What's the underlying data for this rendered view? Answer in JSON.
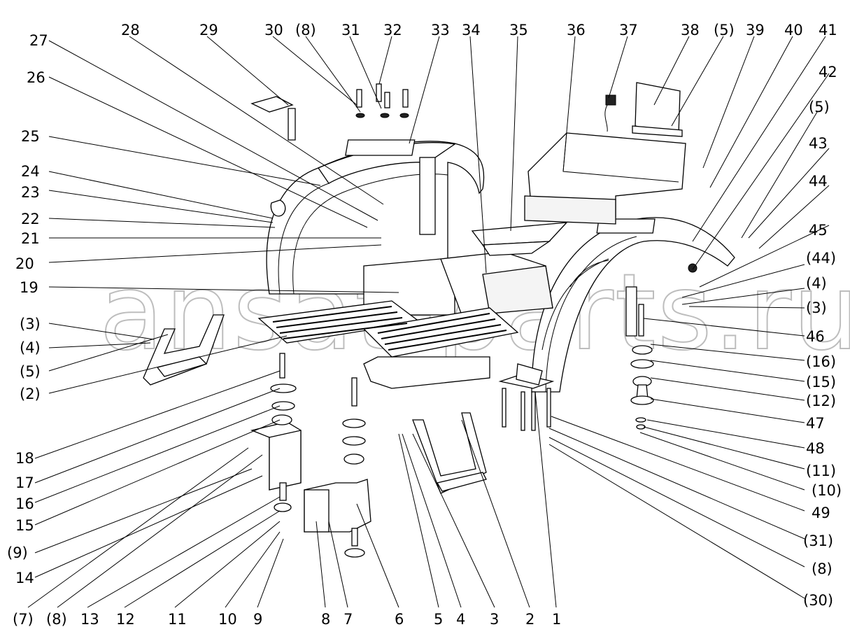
{
  "diagram": {
    "watermark": "ansat-parts.ru",
    "callouts": [
      "1",
      "2",
      "3",
      "4",
      "5",
      "6",
      "7",
      "8",
      "9",
      "10",
      "11",
      "12",
      "13",
      "14",
      "15",
      "16",
      "17",
      "18",
      "19",
      "20",
      "21",
      "22",
      "23",
      "24",
      "25",
      "26",
      "27",
      "28",
      "29",
      "30",
      "31",
      "32",
      "33",
      "34",
      "35",
      "36",
      "37",
      "38",
      "39",
      "40",
      "41",
      "42",
      "43",
      "44",
      "45",
      "46",
      "47",
      "48",
      "49",
      "(2)",
      "(3)",
      "(4)",
      "(5)",
      "(7)",
      "(8)",
      "(9)",
      "(10)",
      "(11)",
      "(12)",
      "(15)",
      "(16)",
      "(30)",
      "(31)",
      "(44)"
    ]
  }
}
